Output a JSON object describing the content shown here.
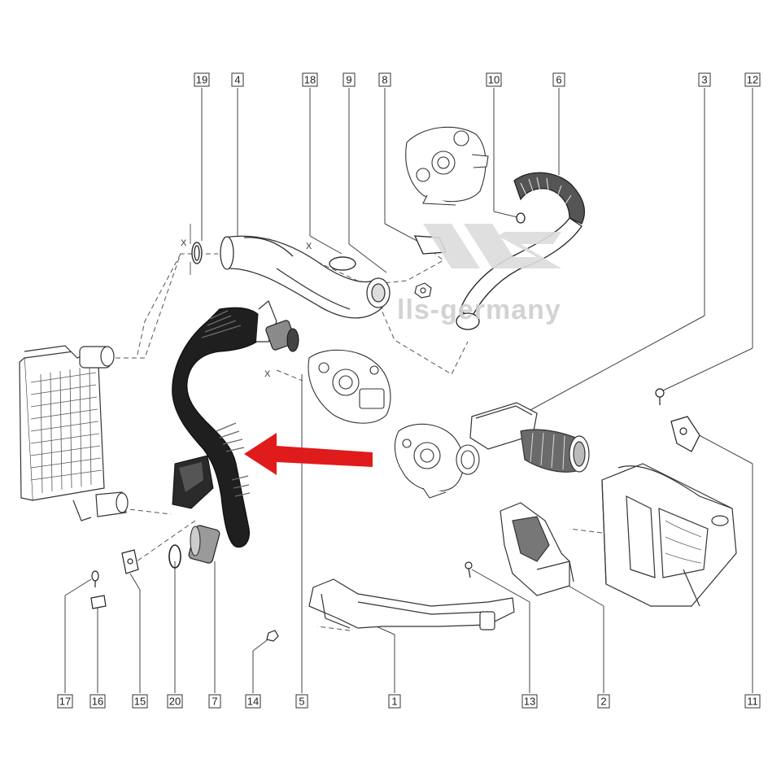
{
  "diagram": {
    "callouts": [
      {
        "id": "19",
        "label": "19"
      },
      {
        "id": "4",
        "label": "4"
      },
      {
        "id": "18",
        "label": "18"
      },
      {
        "id": "9",
        "label": "9"
      },
      {
        "id": "8",
        "label": "8"
      },
      {
        "id": "10",
        "label": "10"
      },
      {
        "id": "6",
        "label": "6"
      },
      {
        "id": "3",
        "label": "3"
      },
      {
        "id": "12",
        "label": "12"
      },
      {
        "id": "17",
        "label": "17"
      },
      {
        "id": "16",
        "label": "16"
      },
      {
        "id": "15",
        "label": "15"
      },
      {
        "id": "20",
        "label": "20"
      },
      {
        "id": "7",
        "label": "7"
      },
      {
        "id": "14",
        "label": "14"
      },
      {
        "id": "5",
        "label": "5"
      },
      {
        "id": "1",
        "label": "1"
      },
      {
        "id": "13",
        "label": "13"
      },
      {
        "id": "2",
        "label": "2"
      },
      {
        "id": "11",
        "label": "11"
      }
    ],
    "reference_marks": {
      "x_left": "X",
      "x_mid": "X",
      "x_top": "X"
    },
    "watermark": {
      "text": "lls-germany",
      "logo": "LLS"
    },
    "highlight_color": "#e01b1b",
    "line_color": "#333333"
  }
}
